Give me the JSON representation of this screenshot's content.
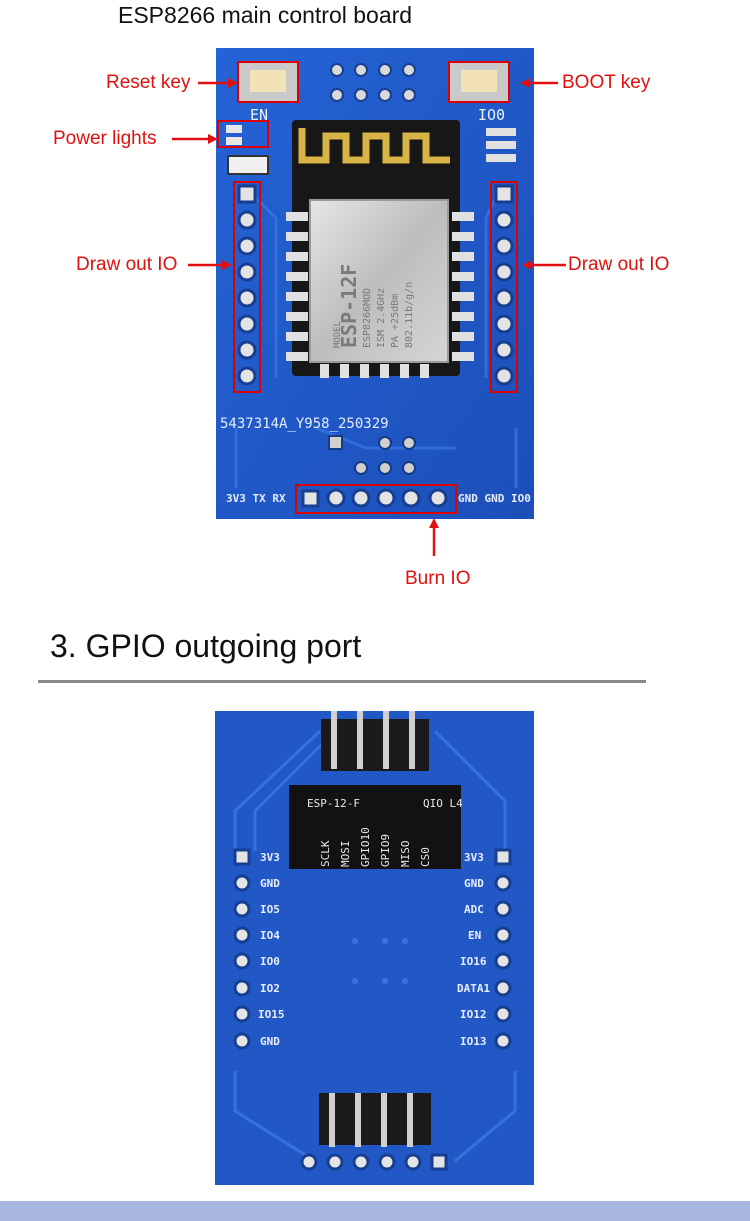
{
  "top_title": "ESP8266 main control board",
  "callouts": {
    "reset_key": "Reset key",
    "boot_key": "BOOT key",
    "power_lights": "Power lights",
    "draw_out_io_left": "Draw out IO",
    "draw_out_io_right": "Draw out IO",
    "burn_io": "Burn IO"
  },
  "board_top": {
    "en_label": "EN",
    "io0_label": "IO0",
    "module_model": "ESP-12F",
    "module_text_lines": [
      "ESP8266MOD",
      "ISM 2.4GHz",
      "PA +25dBm",
      "802.11b/g/n"
    ],
    "module_model_word": "MODEL",
    "serial": "5437314A_Y958_250329",
    "header_labels_left": "3V3 TX RX",
    "header_labels_right": "GND GND IO0"
  },
  "section_title": "3. GPIO outgoing port",
  "board_bottom": {
    "chip_title_left": "ESP-12-F",
    "chip_title_right": "QIO L4",
    "chip_pins": [
      "SCLK",
      "MOSI",
      "GPIO10",
      "GPIO9",
      "MISO",
      "CS0"
    ],
    "left_pins": [
      "3V3",
      "GND",
      "IO5",
      "IO4",
      "IO0",
      "IO2",
      "IO15",
      "GND"
    ],
    "right_pins": [
      "3V3",
      "GND",
      "ADC",
      "EN",
      "IO16",
      "DATA1",
      "IO12",
      "IO13"
    ]
  },
  "colors": {
    "pcb_blue": "#1f57c8",
    "callout_red": "#e01010",
    "bottom_bar": "#a8b6e0"
  }
}
